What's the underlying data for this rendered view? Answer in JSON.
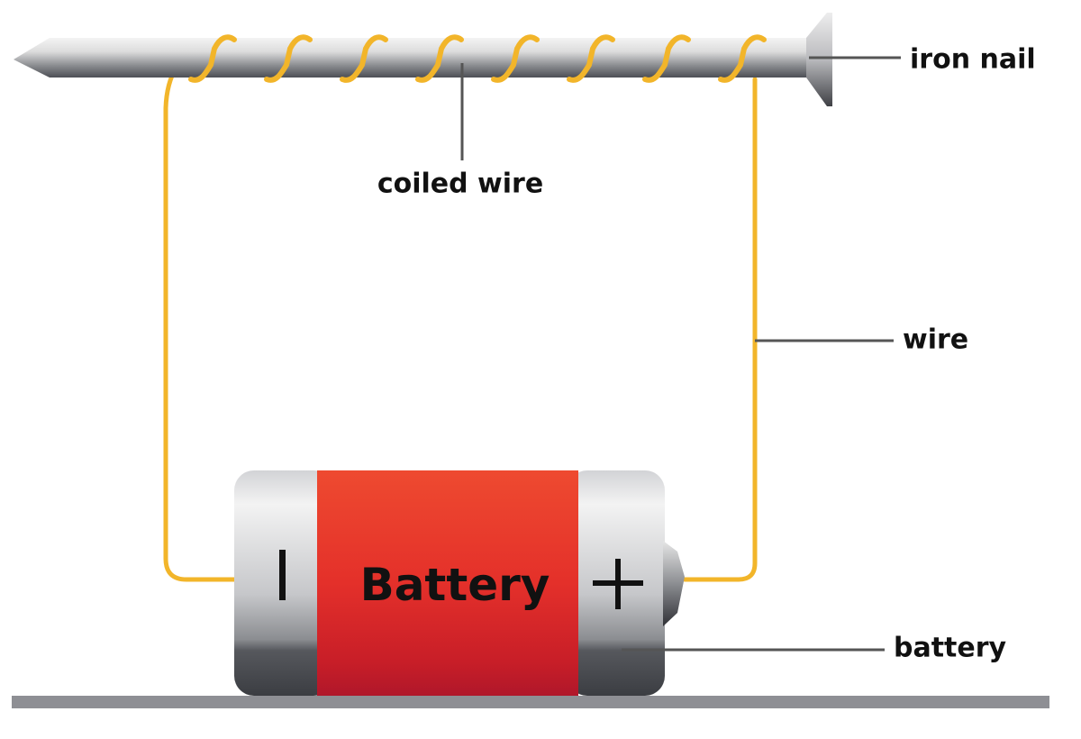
{
  "title": "Simple electromagnet",
  "labels": {
    "iron_nail": "iron nail",
    "coiled_wire": "coiled wire",
    "wire": "wire",
    "battery": "battery"
  },
  "battery": {
    "text": "Battery",
    "negative_symbol": "|",
    "positive_symbol": "+"
  },
  "colors": {
    "wire": "#f2b52a",
    "wire_dark": "#d9921a",
    "battery_red": "#e8362a",
    "battery_red_dark": "#c81e26",
    "metal_light": "#f2f2f2",
    "metal_dark": "#55575c",
    "surface": "#8e8f94",
    "leader_line": "#555555"
  },
  "coil_turns": 8
}
